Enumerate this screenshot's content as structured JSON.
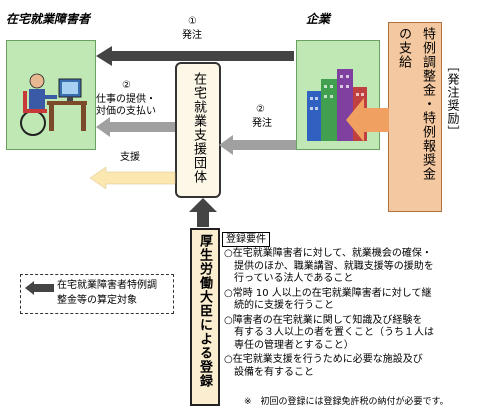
{
  "labels": {
    "worker_title": "在宅就業障害者",
    "company_title": "企業",
    "step1_num": "①",
    "step1_text": "発注",
    "step2a_num": "②",
    "step2a_line1": "仕事の提供・",
    "step2a_line2": "対価の支払い",
    "step2b_num": "②",
    "step2b_text": "発注",
    "support": "支援",
    "org_name": "在宅就業支援団体",
    "special_grant": "特例調整金・特例報奨金",
    "special_grant_sub": "の支給",
    "incentive": "［発注奨励］",
    "ministry": "厚生労働大臣による登録",
    "legend_line1": "在宅就業障害者特例調",
    "legend_line2": "整金等の算定対象"
  },
  "registration": {
    "title": "登録要件",
    "items": [
      {
        "line1": "○在宅就業障害者に対して、就業機会の確保・",
        "line2": "　提供のほか、職業講習、就職支援等の援助を",
        "line3": "　行っている法人であること"
      },
      {
        "line1": "○常時 10 人以上の在宅就業障害者に対して継",
        "line2": "　続的に支援を行うこと",
        "line3": ""
      },
      {
        "line1": "○障害者の在宅就業に関して知識及び経験を",
        "line2": "　有する３人以上の者を置くこと（うち１人は",
        "line3": "　専任の管理者とすること）"
      },
      {
        "line1": "○在宅就業支援を行うために必要な施設及び",
        "line2": "　設備を有すること",
        "line3": ""
      }
    ],
    "note": "※　初回の登録には登録免許税の納付が必要です。"
  },
  "colors": {
    "green": "#bfe8b4",
    "cream": "#fdf7e8",
    "peach": "#f4c8a0",
    "orange_arrow": "#f0a060",
    "yellow_arrow": "#fbe8b0",
    "gray_arrow": "#a0a0a0",
    "dark_arrow": "#444444"
  }
}
